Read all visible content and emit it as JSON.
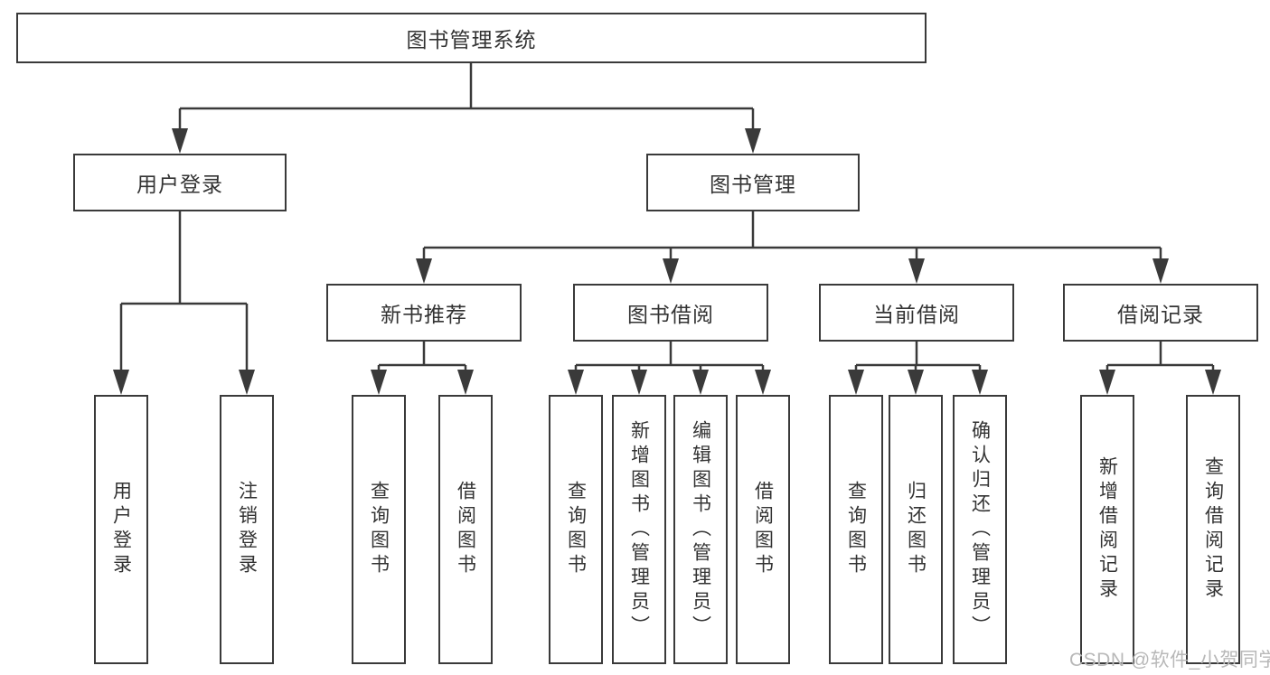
{
  "diagram": {
    "root": {
      "label": "图书管理系统"
    },
    "level2": [
      {
        "label": "用户登录",
        "children": [
          {
            "label": "用户登录"
          },
          {
            "label": "注销登录"
          }
        ]
      },
      {
        "label": "图书管理",
        "children": [
          {
            "label": "新书推荐",
            "children": [
              {
                "label": "查询图书"
              },
              {
                "label": "借阅图书"
              }
            ]
          },
          {
            "label": "图书借阅",
            "children": [
              {
                "label": "查询图书"
              },
              {
                "label": "新增图书（管理员）"
              },
              {
                "label": "编辑图书（管理员）"
              },
              {
                "label": "借阅图书"
              }
            ]
          },
          {
            "label": "当前借阅",
            "children": [
              {
                "label": "查询图书"
              },
              {
                "label": "归还图书"
              },
              {
                "label": "确认归还（管理员）"
              }
            ]
          },
          {
            "label": "借阅记录",
            "children": [
              {
                "label": "新增借阅记录"
              },
              {
                "label": "查询借阅记录"
              }
            ]
          }
        ]
      }
    ]
  },
  "watermark": {
    "text": "CSDN @软件_小贺同学"
  },
  "colors": {
    "line": "#3a3a3a",
    "box_border": "#3a3a3a",
    "box_fill": "#ffffff",
    "text": "#333333",
    "watermark": "#b8b8b8",
    "background": "#ffffff"
  }
}
